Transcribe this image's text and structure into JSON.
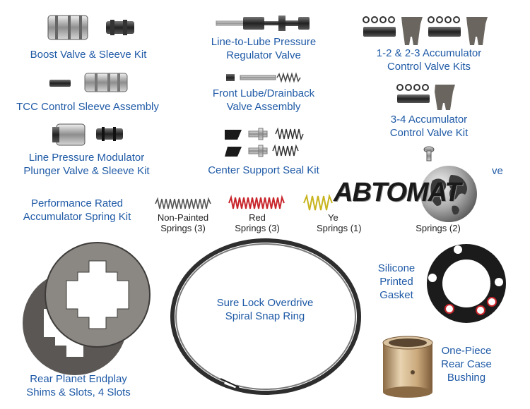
{
  "labels": {
    "boost_valve": [
      "Boost Valve & Sleeve Kit"
    ],
    "tcc_sleeve": [
      "TCC Control Sleeve Assembly"
    ],
    "line_pressure_modulator": [
      "Line Pressure Modulator",
      "Plunger Valve & Sleeve Kit"
    ],
    "line_to_lube": [
      "Line-to-Lube Pressure",
      "Regulator Valve"
    ],
    "front_lube": [
      "Front Lube/Drainback",
      "Valve Assembly"
    ],
    "center_support": [
      "Center Support Seal Kit"
    ],
    "accumulator_12_23": [
      "1-2 & 2-3 Accumulator",
      "Control Valve Kits"
    ],
    "accumulator_34": [
      "3-4 Accumulator",
      "Control Valve Kit"
    ],
    "partial_ve": [
      "ve"
    ],
    "performance_spring": [
      "Performance Rated",
      "Accumulator Spring Kit"
    ],
    "snap_ring": [
      "Sure Lock Overdrive",
      "Spiral Snap Ring"
    ],
    "silicone_gasket": [
      "Silicone",
      "Printed",
      "Gasket"
    ],
    "endplay_shims": [
      "Rear Planet Endplay",
      "Shims & Slots, 4 Slots"
    ],
    "case_bushing": [
      "One-Piece",
      "Rear Case",
      "Bushing"
    ]
  },
  "springs": {
    "non_painted": [
      "Non-Painted",
      "Springs (3)"
    ],
    "red": [
      "Red",
      "Springs (3)"
    ],
    "yellow": [
      "Ye",
      "Springs (1)"
    ],
    "other": [
      "Springs (2)"
    ]
  },
  "watermark": {
    "brand_text": "ABTOMAT"
  },
  "colors": {
    "label_blue": "#1f5aa6",
    "spring_red": "#c8252b",
    "spring_yellow": "#c8b41e",
    "spring_grey": "#555555",
    "gasket_black": "#1b1b1b",
    "shim_grey": "#6d6a66",
    "bushing_bronze": "#c9a77a"
  },
  "icons": [
    "valve-kit-icon",
    "spring-icon",
    "gasket-icon",
    "shim-icon",
    "snap-ring-icon",
    "bushing-icon",
    "globe-icon"
  ]
}
